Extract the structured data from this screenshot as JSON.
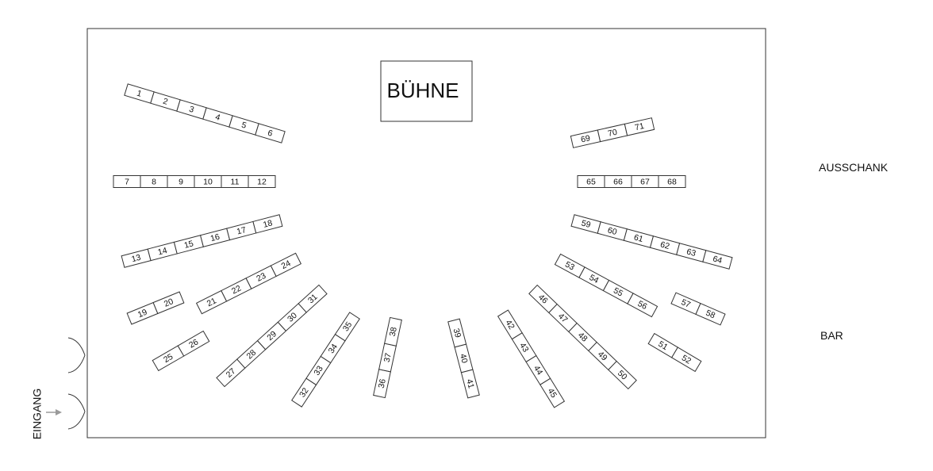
{
  "labels": {
    "stage": "BÜHNE",
    "serving": "AUSSCHANK",
    "bar": "BAR",
    "entrance": "EINGANG"
  },
  "colors": {
    "line": "#333333",
    "arrow": "#9a9a9a",
    "text": "#111111"
  },
  "rows": [
    {
      "seats": [
        "1",
        "2",
        "3",
        "4",
        "5",
        "6"
      ]
    },
    {
      "seats": [
        "7",
        "8",
        "9",
        "10",
        "11",
        "12"
      ]
    },
    {
      "seats": [
        "13",
        "14",
        "15",
        "16",
        "17",
        "18"
      ]
    },
    {
      "seats": [
        "19",
        "20"
      ]
    },
    {
      "seats": [
        "21",
        "22",
        "23",
        "24"
      ]
    },
    {
      "seats": [
        "25",
        "26"
      ]
    },
    {
      "seats": [
        "27",
        "28",
        "29",
        "30",
        "31"
      ]
    },
    {
      "seats": [
        "32",
        "33",
        "34",
        "35"
      ]
    },
    {
      "seats": [
        "36",
        "37",
        "38"
      ]
    },
    {
      "seats": [
        "39",
        "40",
        "41"
      ]
    },
    {
      "seats": [
        "42",
        "43",
        "44",
        "45"
      ]
    },
    {
      "seats": [
        "46",
        "47",
        "48",
        "49",
        "50"
      ]
    },
    {
      "seats": [
        "51",
        "52"
      ]
    },
    {
      "seats": [
        "53",
        "54",
        "55",
        "56"
      ]
    },
    {
      "seats": [
        "57",
        "58"
      ]
    },
    {
      "seats": [
        "59",
        "60",
        "61",
        "62",
        "63",
        "64"
      ]
    },
    {
      "seats": [
        "65",
        "66",
        "67",
        "68"
      ]
    },
    {
      "seats": [
        "69",
        "70",
        "71"
      ]
    }
  ]
}
